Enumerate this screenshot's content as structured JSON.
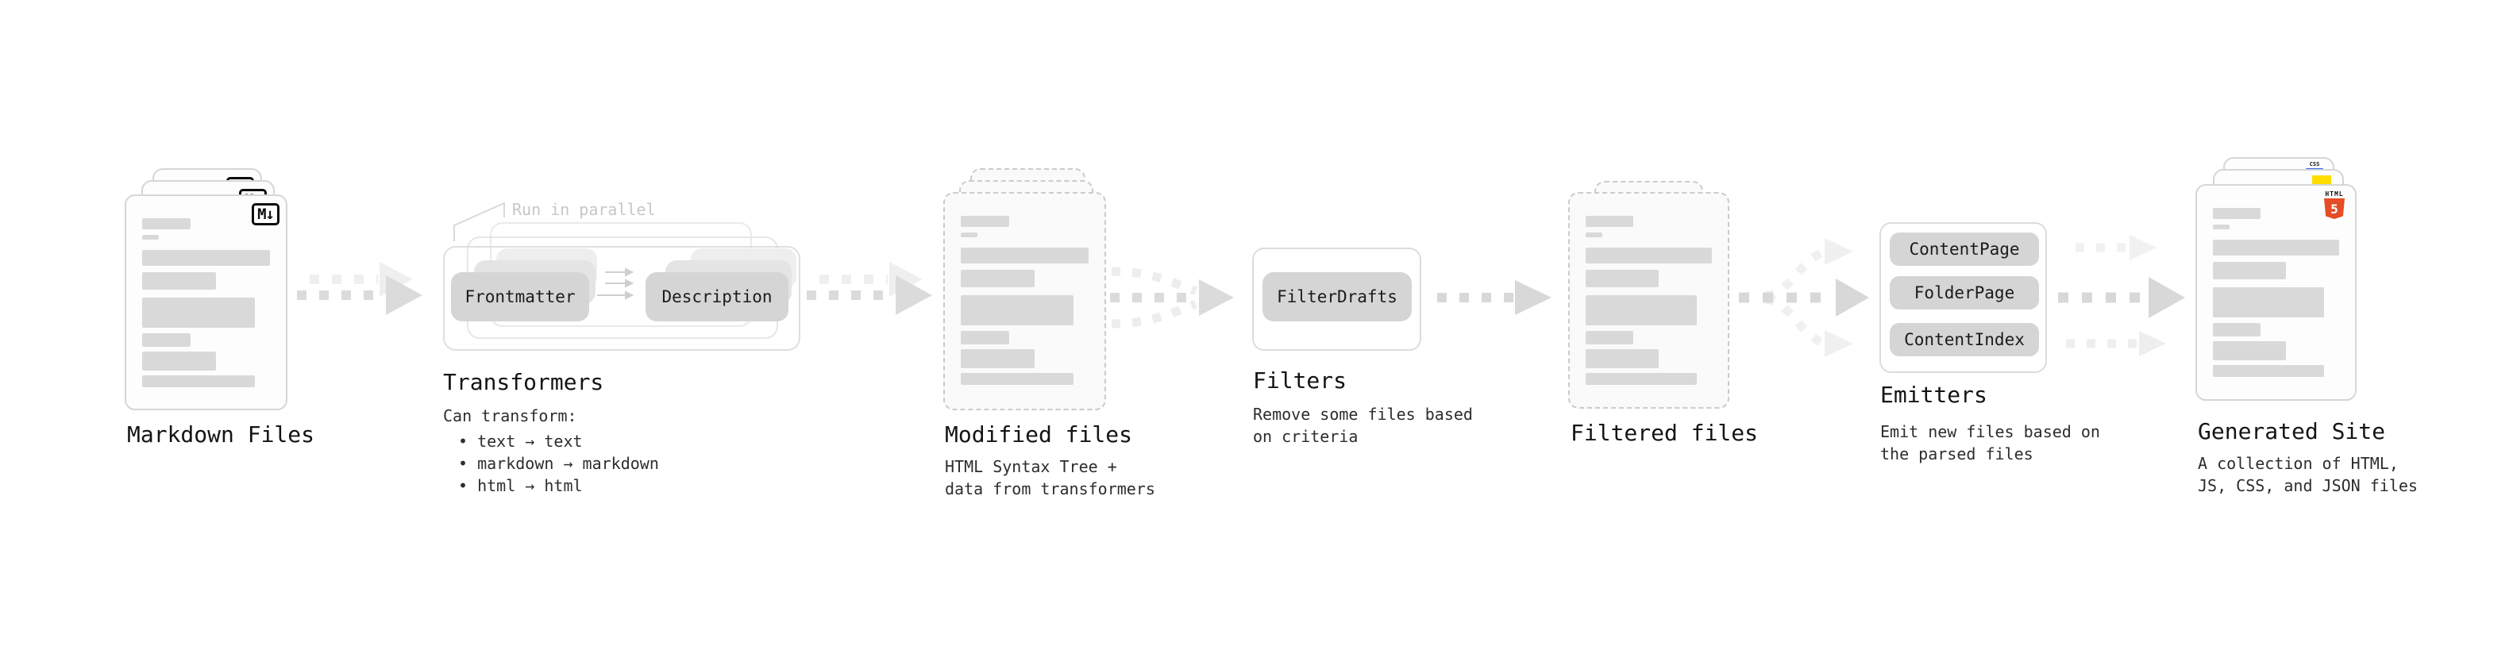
{
  "palette": {
    "arrow_dark": "#dbdbdb",
    "arrow_light": "#efefef",
    "pill_bg": "#d5d5d5",
    "skeleton_bar": "#d9d9d9",
    "html5_orange": "#e44d26",
    "js_yellow": "#ffdd00",
    "css_blue": "#2a66e8"
  },
  "nodes": {
    "markdown_files": {
      "label": "Markdown Files",
      "badge": "M↓"
    },
    "transformers": {
      "label": "Transformers",
      "note": "Run in parallel",
      "source_pill": "Frontmatter",
      "target_pill": "Description",
      "caption_title": "Can transform:",
      "bullets": [
        "• text → text",
        "• markdown → markdown",
        "• html → html"
      ]
    },
    "modified_files": {
      "label": "Modified files",
      "caption_lines": [
        "HTML Syntax Tree +",
        "data from transformers"
      ]
    },
    "filters": {
      "label": "Filters",
      "pill": "FilterDrafts",
      "caption_lines": [
        "Remove some files based",
        "on criteria"
      ]
    },
    "filtered_files": {
      "label": "Filtered files"
    },
    "emitters": {
      "label": "Emitters",
      "pills": [
        "ContentPage",
        "FolderPage",
        "ContentIndex"
      ],
      "caption_lines": [
        "Emit new files based on",
        "the parsed files"
      ]
    },
    "generated_site": {
      "label": "Generated Site",
      "badges": {
        "css_label": "CSS",
        "html_label": "HTML",
        "html_number": "5"
      },
      "caption_lines": [
        "A collection of HTML,",
        "JS, CSS, and JSON files"
      ]
    }
  }
}
